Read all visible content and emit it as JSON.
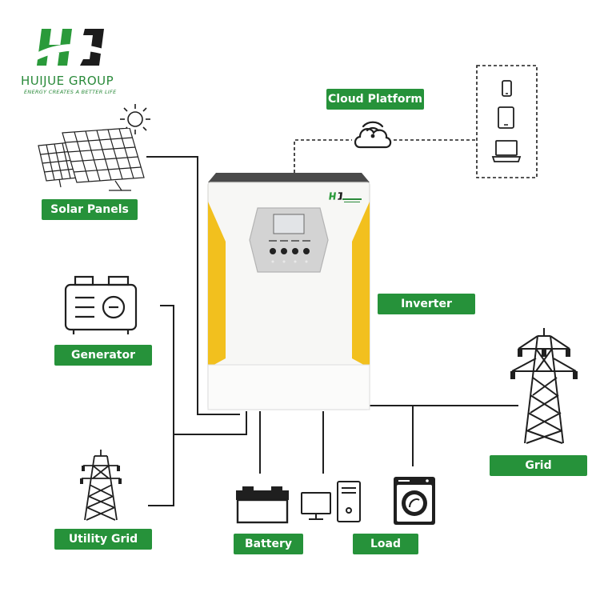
{
  "brand": {
    "name": "HUIJUE GROUP",
    "tagline": "ENERGY CREATES A BETTER LIFE",
    "green": "#26923a",
    "dark": "#1f1f1f"
  },
  "labels": {
    "solar": "Solar Panels",
    "generator": "Generator",
    "utility": "Utility Grid",
    "cloud": "Cloud Platform",
    "inverter": "Inverter",
    "grid": "Grid",
    "battery": "Battery",
    "load": "Load"
  },
  "inverter": {
    "body_color": "#f7f7f5",
    "accent_color": "#f2c01e"
  }
}
